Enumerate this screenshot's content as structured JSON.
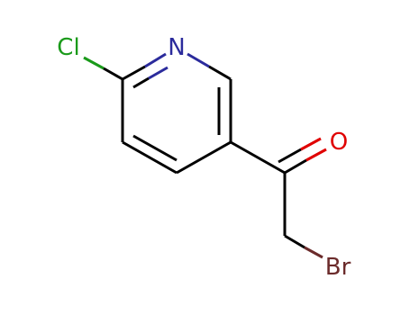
{
  "structure": {
    "atoms": {
      "cl": {
        "label": "Cl",
        "color": "#1a9a1a"
      },
      "n": {
        "label": "N",
        "color": "#2b2b9c"
      },
      "o": {
        "label": "O",
        "color": "#e00000"
      },
      "br": {
        "label": "Br",
        "color": "#6b2b2b"
      }
    },
    "bond_color": "#000000"
  }
}
